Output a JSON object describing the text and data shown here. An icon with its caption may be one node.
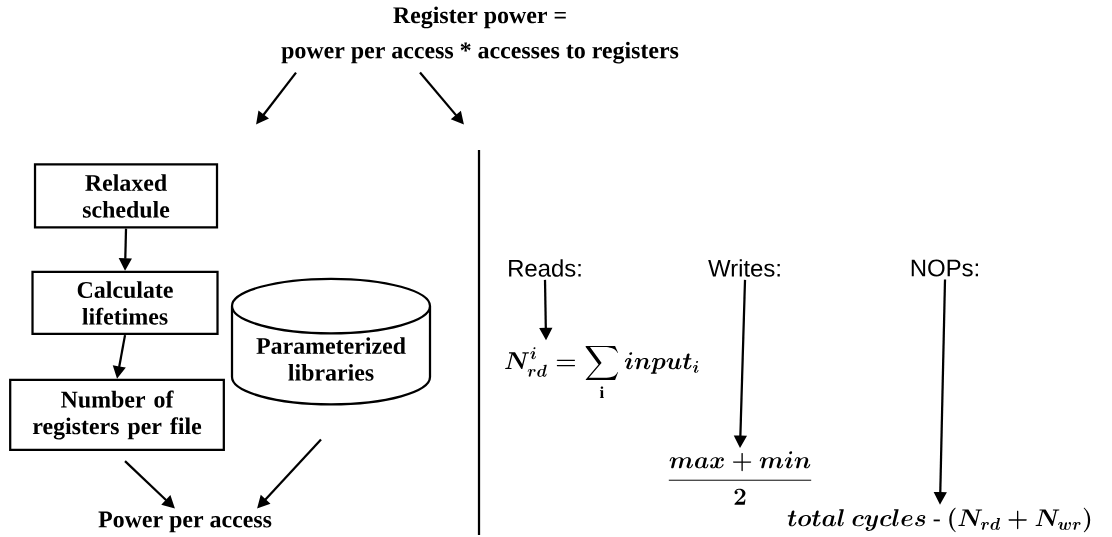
{
  "diagram": {
    "nodes": [
      {
        "text": [
          "Register power =",
          "power per access * accesses to registers"
        ]
      },
      {
        "text": [
          "Relaxed schedule"
        ]
      },
      {
        "text": [
          "Calculate lifetimes"
        ]
      },
      {
        "text": [
          "Number of registers per file"
        ]
      },
      {
        "text": [
          "Parameterized libraries"
        ]
      },
      {
        "text": [
          "Power per access"
        ]
      },
      {
        "text": [
          "Reads:"
        ]
      },
      {
        "text": [
          "N^{i}_{rd} = \\sum_{\\mathrm{i}} input_{i}"
        ]
      },
      {
        "text": [
          "Writes:"
        ]
      },
      {
        "text": [
          "\\frac{max + min}{2}"
        ]
      },
      {
        "text": [
          "NOPs:"
        ]
      },
      {
        "text": [
          "total\\ cycles\\ \\text{-}\\ (N_{rd} + N_{wr})"
        ]
      }
    ],
    "edges": [
      {
        "from": 0,
        "to": null,
        "arrow": "to"
      },
      {
        "from": 0,
        "to": null,
        "arrow": "to"
      },
      {
        "from": 1,
        "to": 2,
        "arrow": "to"
      },
      {
        "from": 2,
        "to": 3,
        "arrow": "to"
      },
      {
        "from": 3,
        "to": 5,
        "arrow": "to"
      },
      {
        "from": 4,
        "to": 5,
        "arrow": "to"
      },
      {
        "from": 6,
        "to": 7,
        "arrow": "to"
      },
      {
        "from": 8,
        "to": 9,
        "arrow": "to"
      },
      {
        "from": 10,
        "to": 11,
        "arrow": "to"
      }
    ]
  }
}
